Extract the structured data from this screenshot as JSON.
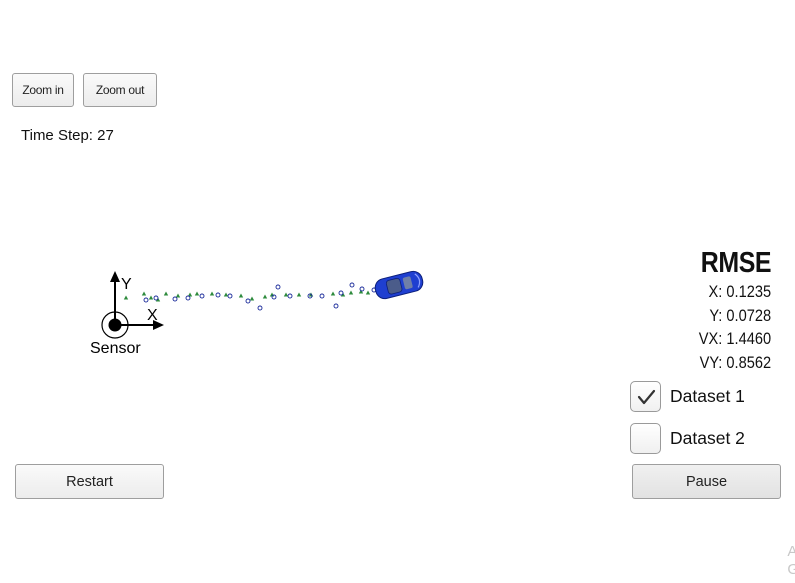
{
  "toolbar": {
    "zoom_in_label": "Zoom in",
    "zoom_out_label": "Zoom out"
  },
  "status": {
    "time_step_label": "Time Step:",
    "time_step_value": "27"
  },
  "scene": {
    "sensor_label": "Sensor",
    "x_axis_label": "X",
    "y_axis_label": "Y",
    "car_color": "#1f3fd0",
    "lidar_color": "#2e8b3d",
    "radar_color": "#1a2a9a"
  },
  "rmse": {
    "title": "RMSE",
    "x": "X: 0.1235",
    "y": "Y: 0.0728",
    "vx": "VX: 1.4460",
    "vy": "VY: 0.8562"
  },
  "datasets": [
    {
      "label": "Dataset 1",
      "checked": true
    },
    {
      "label": "Dataset 2",
      "checked": false
    }
  ],
  "controls": {
    "restart_label": "Restart",
    "pause_label": "Pause"
  },
  "watermark": {
    "line1": "A",
    "line2": "G"
  }
}
